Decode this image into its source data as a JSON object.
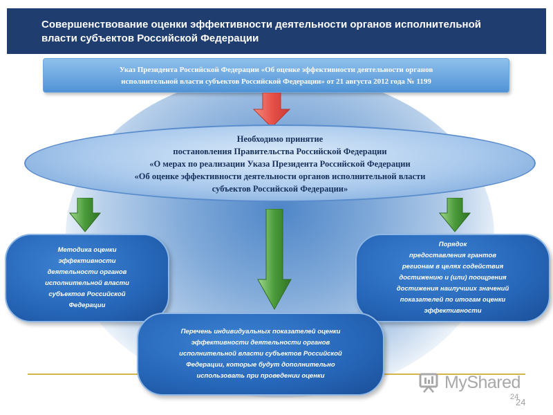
{
  "title": {
    "line1": "Совершенствование оценки эффективности деятельности органов исполнительной",
    "line2": "власти субъектов Российской Федерации"
  },
  "decree": {
    "line1": "Указ Президента Российской Федерации «Об оценке эффективности деятельности органов",
    "line2": "исполнительной власти субъектов Российской Федерации» от 21 августа 2012 года № 1199"
  },
  "resolution": {
    "lines": [
      "Необходимо принятие",
      "постановления Правительства Российской Федерации",
      "«О мерах по реализации Указа Президента Российской Федерации",
      "«Об оценке эффективности деятельности органов исполнительной власти",
      "субъектов Российской Федерации»"
    ]
  },
  "methodology": {
    "lines": [
      "Методика оценки",
      "эффективности",
      "деятельности органов",
      "исполнительной власти",
      "субъектов Российской",
      "Федерации"
    ]
  },
  "grants": {
    "lines": [
      "Порядок",
      "предоставления грантов",
      "регионам в целях содействия",
      "достижению и (или) поощрения",
      "достижения наилучших значений",
      "показателей по итогам оценки",
      "эффективности"
    ]
  },
  "indicators": {
    "lines": [
      "Перечень индивидуальных показателей оценки",
      "эффективности деятельности органов",
      "исполнительной власти субъектов Российской",
      "Федерации, которые будут дополнительно",
      "использовать при проведении оценки"
    ]
  },
  "watermark": {
    "text": "MyShared"
  },
  "page_number": {
    "small": "24",
    "large": "24"
  },
  "colors": {
    "title_bg": "#1f3d6e",
    "box_blue": "#2666b8",
    "arrow_red": "#e8524a",
    "arrow_green": "#4a9a3a",
    "gold_line": "#d4b24c"
  },
  "icons": {
    "down_arrow_red": "red-down-arrow-icon",
    "down_arrow_green": "green-down-arrow-icon",
    "logo": "myshared-logo-icon"
  }
}
